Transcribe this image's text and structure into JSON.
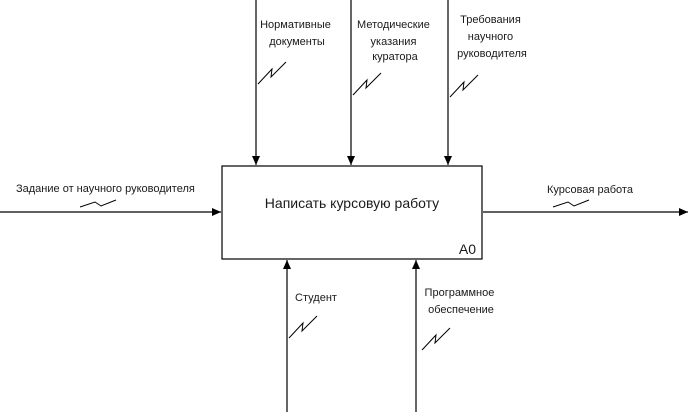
{
  "diagram": {
    "activity": {
      "title": "Написать курсовую работу",
      "code": "A0"
    },
    "input": {
      "label": "Задание от научного руководителя"
    },
    "output": {
      "label": "Курсовая работа"
    },
    "controls": [
      {
        "lines": [
          "Нормативные",
          "документы"
        ]
      },
      {
        "lines": [
          "Методические",
          "указания",
          "куратора"
        ]
      },
      {
        "lines": [
          "Требования",
          "научного",
          "руководителя"
        ]
      }
    ],
    "mechanisms": [
      {
        "lines": [
          "Студент"
        ]
      },
      {
        "lines": [
          "Программное",
          "обеспечение"
        ]
      }
    ]
  }
}
